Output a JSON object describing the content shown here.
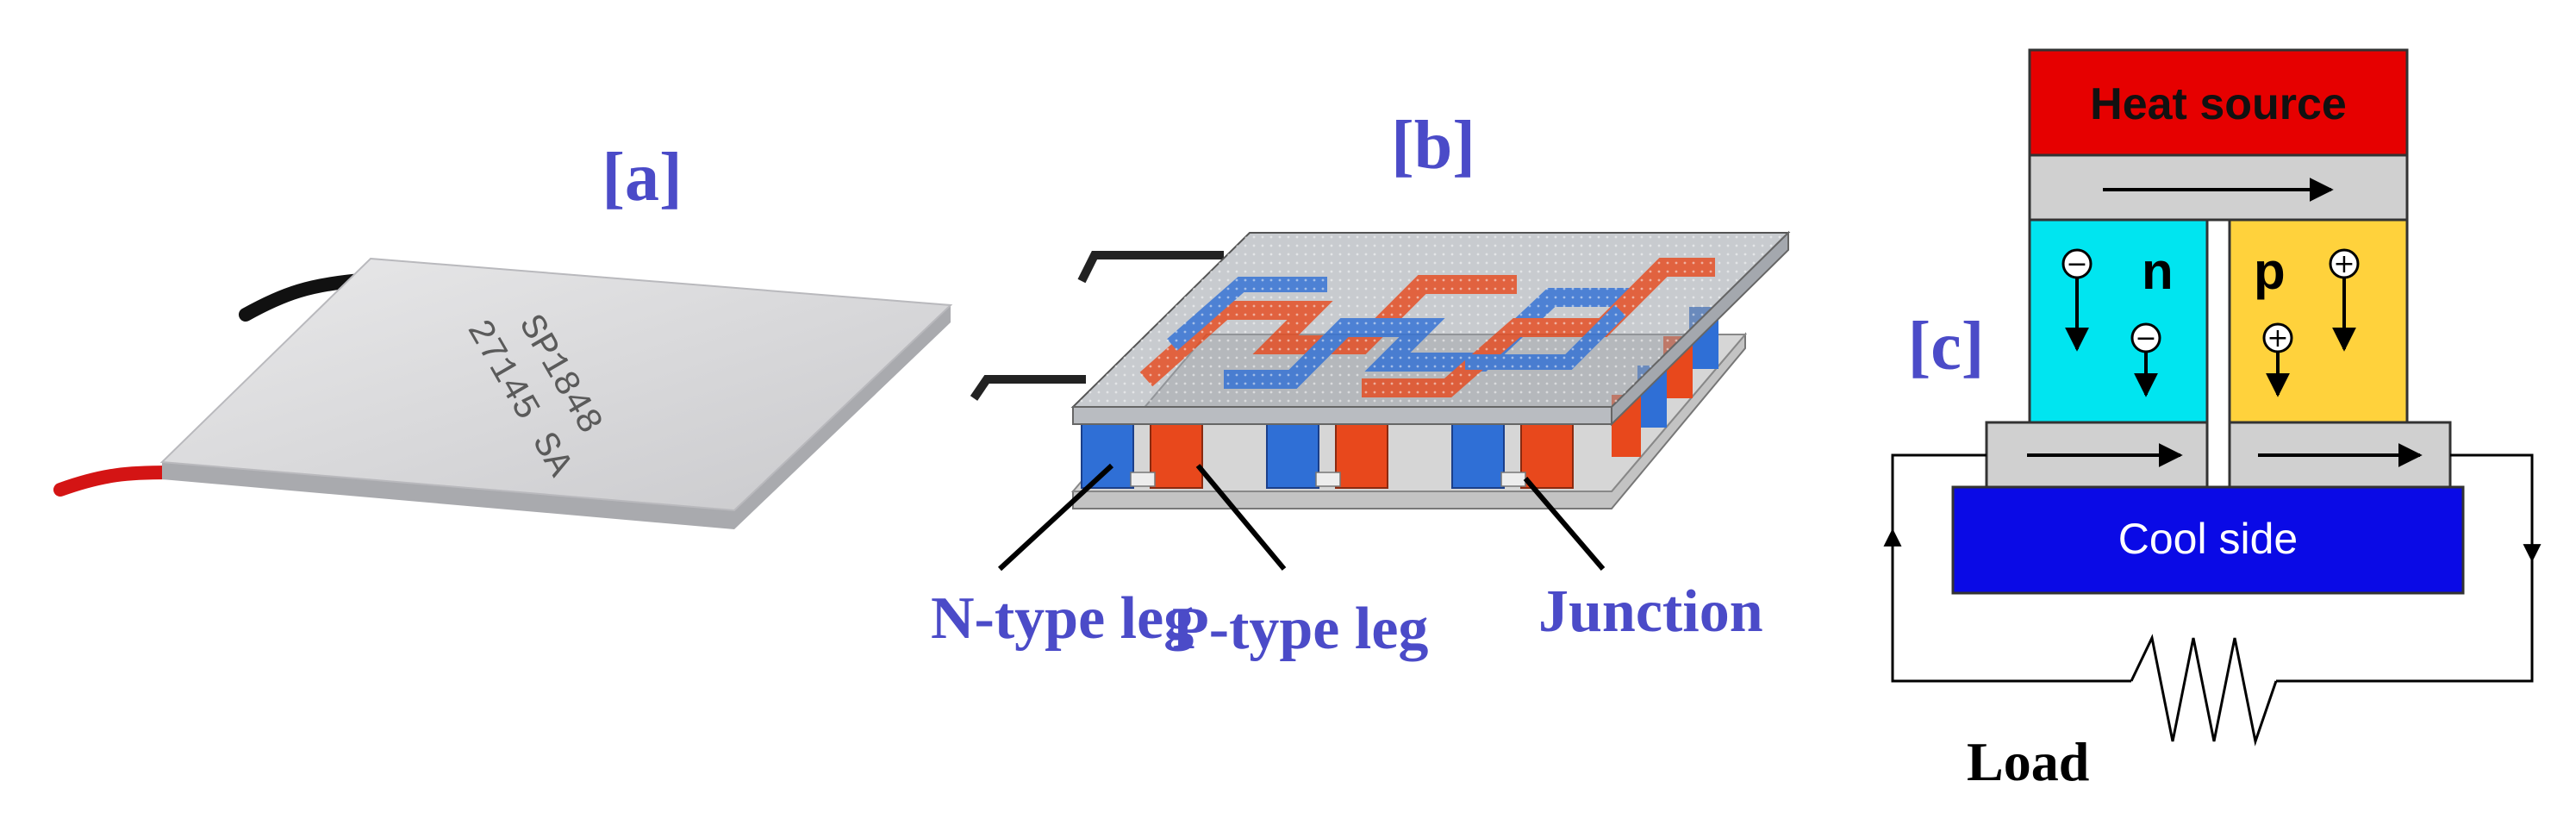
{
  "panel_a": {
    "label": "[a]",
    "module_print_line1": "SP1848",
    "module_print_line2": "27145 SA"
  },
  "panel_b": {
    "label": "[b]",
    "callouts": {
      "n_leg": "N-type leg",
      "p_leg": "P-type leg",
      "junction": "Junction"
    }
  },
  "panel_c": {
    "label": "[c]",
    "heat_source": "Heat source",
    "cool_side": "Cool side",
    "n_label": "n",
    "p_label": "p",
    "load": "Load",
    "carrier_minus": "−",
    "carrier_plus": "+"
  },
  "colors": {
    "label_blue": "#4b4bc8",
    "heat_red": "#e60000",
    "cool_blue": "#0a0ae6",
    "n_cyan": "#00e5f0",
    "p_yellow": "#ffd23c",
    "contact_gray": "#d0d0d0",
    "leg_blue": "#2f6fd6",
    "leg_red": "#e8481c"
  }
}
